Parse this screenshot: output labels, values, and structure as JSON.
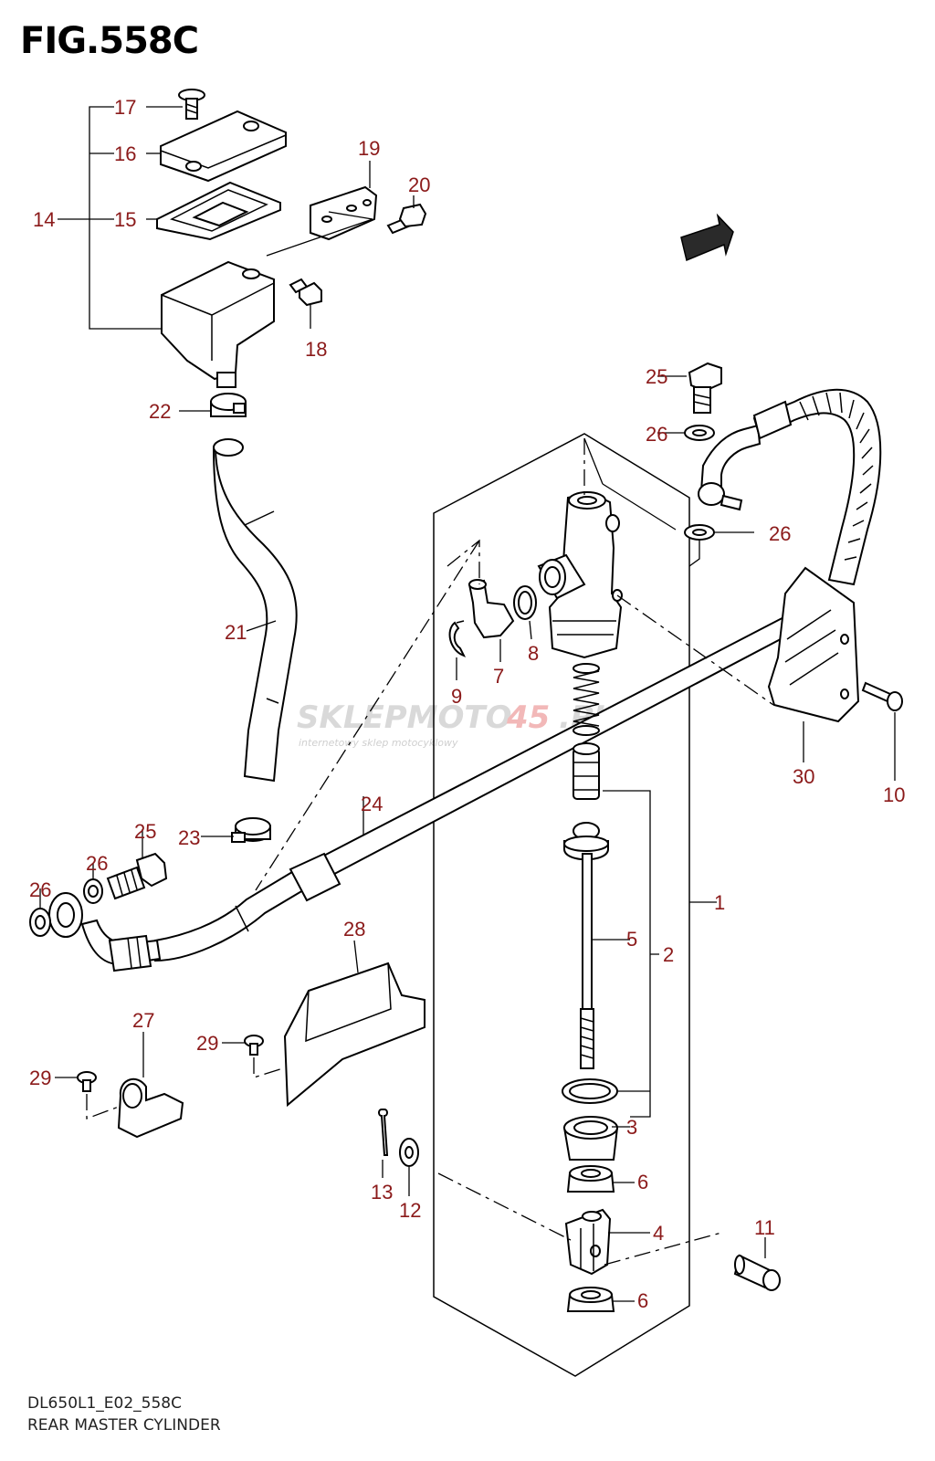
{
  "figure": {
    "title": "FIG.558C",
    "code": "DL650L1_E02_558C",
    "caption": "REAR MASTER CYLINDER"
  },
  "watermark": {
    "brand_left": "SKLEPMOTO",
    "brand_mid": "45",
    "brand_right": ".PL",
    "tagline": "internetowy sklep motocyklowy"
  },
  "callouts": {
    "c1": "1",
    "c2": "2",
    "c3": "3",
    "c4": "4",
    "c5": "5",
    "c6a": "6",
    "c6b": "6",
    "c7": "7",
    "c8": "8",
    "c9": "9",
    "c10": "10",
    "c11": "11",
    "c12": "12",
    "c13": "13",
    "c14": "14",
    "c15": "15",
    "c16": "16",
    "c17": "17",
    "c18": "18",
    "c19": "19",
    "c20": "20",
    "c21": "21",
    "c22": "22",
    "c23": "23",
    "c24": "24",
    "c25a": "25",
    "c25b": "25",
    "c26a": "26",
    "c26b": "26",
    "c26c": "26",
    "c26d": "26",
    "c27": "27",
    "c28": "28",
    "c29a": "29",
    "c29b": "29",
    "c30": "30"
  },
  "colors": {
    "callout": "#8b1a1a",
    "line": "#000000"
  }
}
